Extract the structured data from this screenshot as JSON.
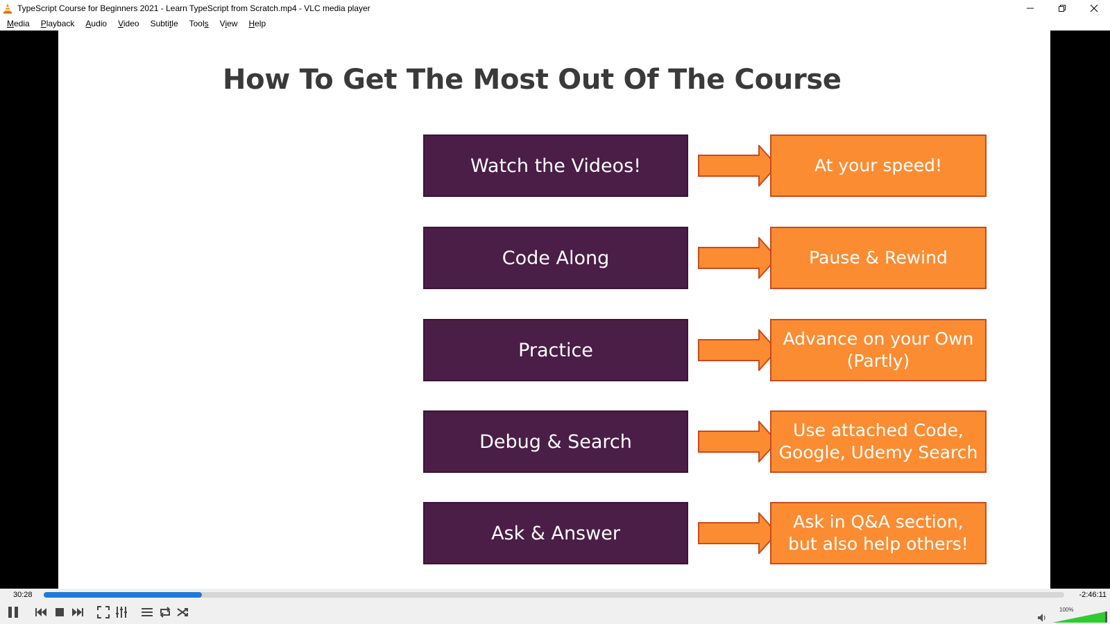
{
  "window": {
    "title": "TypeScript Course for Beginners 2021 - Learn TypeScript from Scratch.mp4 - VLC media player"
  },
  "menu": [
    {
      "label": "Media",
      "accel": "M",
      "rest": "edia"
    },
    {
      "label": "Playback",
      "accel": "P",
      "rest": "layback"
    },
    {
      "label": "Audio",
      "accel": "A",
      "rest": "udio"
    },
    {
      "label": "Video",
      "accel": "V",
      "rest": "ideo"
    },
    {
      "label": "Subtitle",
      "accel": "t",
      "pre": "Subti",
      "rest": "le"
    },
    {
      "label": "Tools",
      "accel": "s",
      "pre": "Tool",
      "rest": ""
    },
    {
      "label": "View",
      "accel": "i",
      "pre": "V",
      "rest": "ew"
    },
    {
      "label": "Help",
      "accel": "H",
      "rest": "elp"
    }
  ],
  "slide": {
    "title": "How To Get The Most Out Of The Course",
    "rows": [
      {
        "left": "Watch the Videos!",
        "right": "At your speed!"
      },
      {
        "left": "Code Along",
        "right": "Pause & Rewind"
      },
      {
        "left": "Practice",
        "right": "Advance on your Own (Partly)"
      },
      {
        "left": "Debug & Search",
        "right": "Use attached Code, Google, Udemy Search"
      },
      {
        "left": "Ask & Answer",
        "right": "Ask in Q&A section, but also help others!"
      }
    ]
  },
  "player": {
    "time_elapsed": "30:28",
    "time_remaining": "-2:46:11",
    "progress_fraction": 0.155,
    "volume_label": "100%",
    "volume_fraction": 1.0
  },
  "colors": {
    "purple": "#4a1e47",
    "orange": "#fb8c32",
    "seek_fill": "#1f7ad8",
    "volume_green": "#2ecc2e"
  }
}
